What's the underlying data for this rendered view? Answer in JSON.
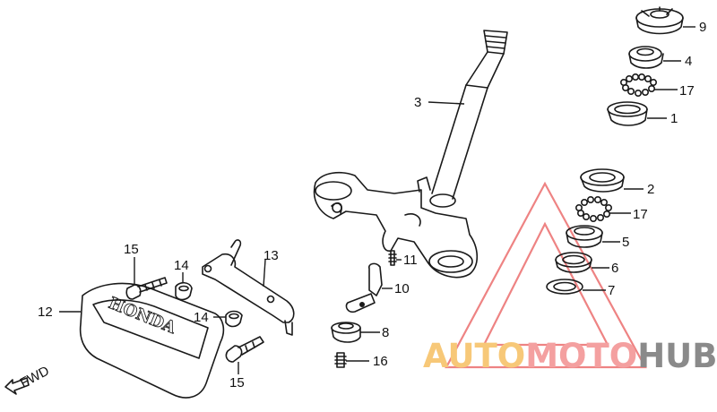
{
  "diagram": {
    "labels": {
      "p1": "1",
      "p2": "2",
      "p3": "3",
      "p4": "4",
      "p5": "5",
      "p6": "6",
      "p7": "7",
      "p8": "8",
      "p9": "9",
      "p10": "10",
      "p11": "11",
      "p12": "12",
      "p13": "13",
      "p14a": "14",
      "p14b": "14",
      "p15a": "15",
      "p15b": "15",
      "p16": "16",
      "p17a": "17",
      "p17b": "17"
    },
    "emblem_text": "HONDA",
    "direction_label": "FWD"
  },
  "watermark": {
    "part1": "AUTO",
    "part2": "MOTO",
    "part3": "HUB",
    "colors": {
      "auto": "#f7c878",
      "moto": "#f4a0a0",
      "hub": "#8a8a8a",
      "triangle": "#e85a5a"
    }
  }
}
